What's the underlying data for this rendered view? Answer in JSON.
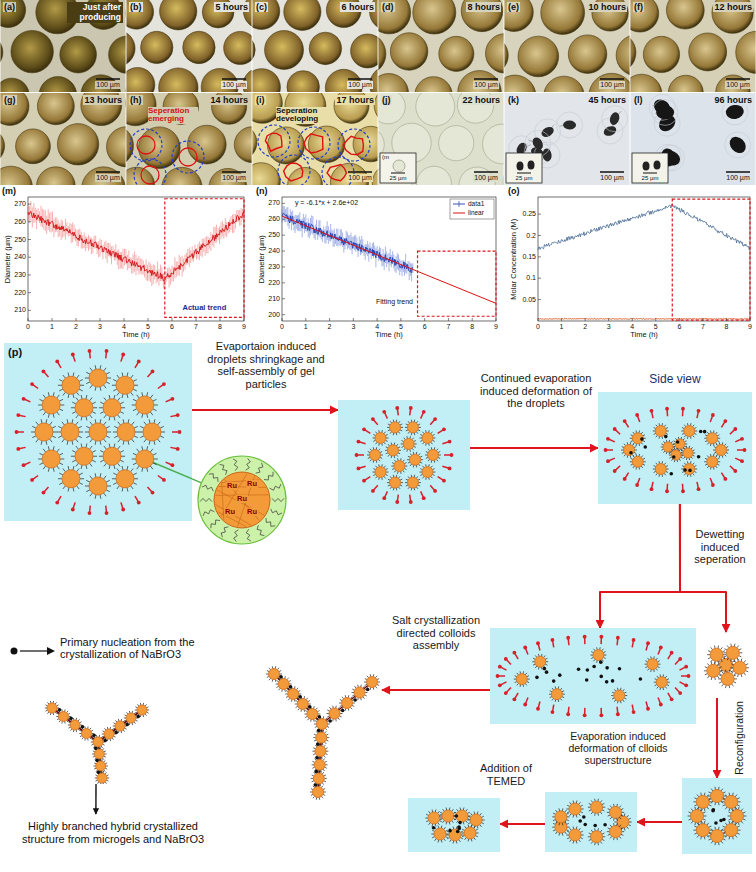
{
  "diagram": {
    "nodes": [
      {
        "text": []
      },
      {
        "text": []
      },
      {
        "text": [
          "Side view"
        ]
      },
      {
        "text": []
      },
      {
        "text": []
      },
      {
        "text": []
      },
      {
        "text": []
      },
      {
        "text": [
          "Highly branched hybrid crystallized structure from microgels and NaBrO3"
        ]
      },
      {
        "text": []
      },
      {
        "text": []
      },
      {
        "text": []
      }
    ],
    "edges": [
      {
        "from": 0,
        "to": 1,
        "arrow": "to",
        "label": "Evaportaion induced droplets shringkage and self-assembly of gel particles"
      },
      {
        "from": 1,
        "to": 2,
        "arrow": "to",
        "label": "Continued evaporation induced deformation of the droplets"
      },
      {
        "from": 2,
        "to": 3,
        "arrow": "to",
        "label": "Dewetting induced seperation"
      },
      {
        "from": 2,
        "to": 4,
        "arrow": "to"
      },
      {
        "from": 3,
        "to": 5,
        "arrow": "to",
        "label": "Salt crystallization directed colloids assembly"
      },
      {
        "from": 6,
        "to": 7,
        "arrow": "to"
      },
      {
        "from": 4,
        "to": 8,
        "arrow": "to",
        "label": "Reconfiguration"
      },
      {
        "from": 8,
        "to": 9,
        "arrow": "to",
        "label": "Evaporation induced deformation of clloids superstructure"
      },
      {
        "from": 9,
        "to": 10,
        "arrow": "to",
        "label": "Addition of TEMED"
      }
    ],
    "labels": [
      "(a)",
      "Just after producing",
      "100 µm",
      "(b)",
      "5 hours",
      "100 µm",
      "(c)",
      "6 hours",
      "100 µm",
      "(d)",
      "8 hours",
      "100 µm",
      "(e)",
      "10 hours",
      "100 µm",
      "(f)",
      "12 hours",
      "100 µm",
      "(g)",
      "13 hours",
      "100 µm",
      "(h)",
      "14 hours",
      "Seperation emerging",
      "100 µm",
      "(i)",
      "17 hours",
      "Seperation developing",
      "100 µm",
      "(j)",
      "22 hours",
      "(m",
      "25 µm",
      "100 µm",
      "(k)",
      "45 hours",
      "25 µm",
      "100 µm",
      "(l)",
      "96 hours",
      "25 µm",
      "100 µm",
      "(m)",
      "270",
      "260",
      "250",
      "240",
      "230",
      "220",
      "210",
      "0",
      "1",
      "2",
      "3",
      "4",
      "5",
      "6",
      "7",
      "8",
      "9",
      "Diameter (µm)",
      "Time (h)",
      "Actual trend",
      "(n)",
      "270",
      "260",
      "250",
      "240",
      "230",
      "220",
      "210",
      "200",
      "0",
      "1",
      "2",
      "3",
      "4",
      "5",
      "6",
      "7",
      "8",
      "9",
      "Diameter (µm)",
      "Time (h)",
      "y = -6.1*x + 2.6e+02",
      "Fitting trend",
      "(o)",
      "0.25",
      "0.2",
      "0.15",
      "0.1",
      "0.05",
      "0",
      "1",
      "2",
      "3",
      "4",
      "5",
      "6",
      "7",
      "8",
      "9",
      "Molar Concentration (M)",
      "Time (h)",
      "(p)",
      "Ru",
      "Ru",
      "Ru",
      "Ru",
      "Ru"
    ],
    "legend": [
      {
        "text": "Primary nucleation from the crystallization of NaBrO3"
      },
      {
        "text": "data1"
      },
      {
        "text": "linear"
      }
    ]
  }
}
